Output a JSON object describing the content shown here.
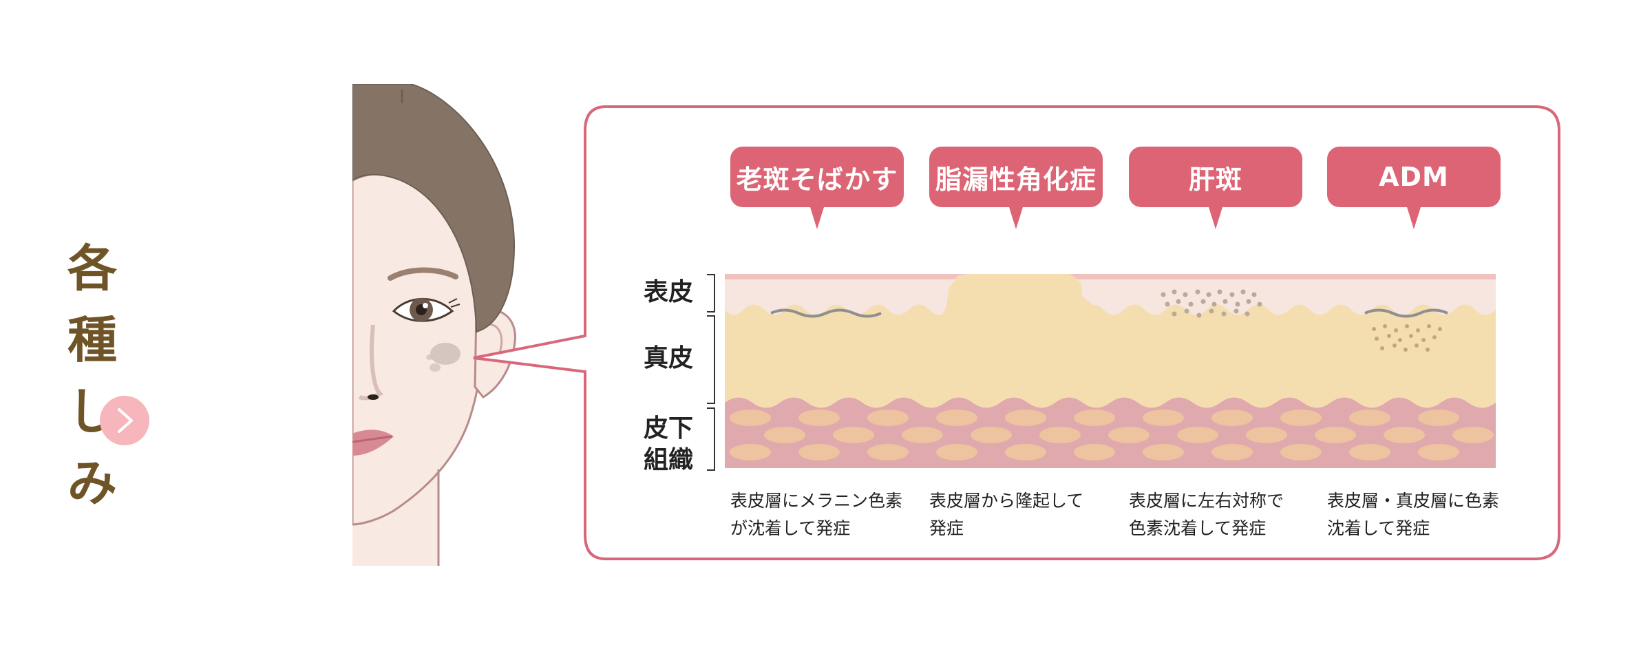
{
  "side": {
    "title_line1": "各種",
    "title_line2": "しみ",
    "next_label": ">"
  },
  "diagram": {
    "labels": [
      "老斑そばかす",
      "脂漏性角化症",
      "肝斑",
      "ADM"
    ],
    "layers": {
      "epidermis": "表皮",
      "dermis": "真皮",
      "subcutis_line1": "皮下",
      "subcutis_line2": "組織"
    },
    "descriptions": [
      {
        "line1": "表皮層にメラニン色素",
        "line2": "が沈着して発症"
      },
      {
        "line1": "表皮層から隆起して",
        "line2": "発症"
      },
      {
        "line1": "表皮層に左右対称で",
        "line2": "色素沈着して発症"
      },
      {
        "line1": "表皮層・真皮層に色素",
        "line2": "沈着して発症"
      }
    ]
  },
  "colors": {
    "accent": "#dc6474",
    "frame": "#d9677a",
    "title": "#6e5426",
    "button": "#f6b6bb",
    "epidermis": "#f6e6df",
    "dermis": "#f4deb0",
    "subcutis": "#e0a9ad",
    "hair": "#857466",
    "skin": "#f8e9e2"
  }
}
